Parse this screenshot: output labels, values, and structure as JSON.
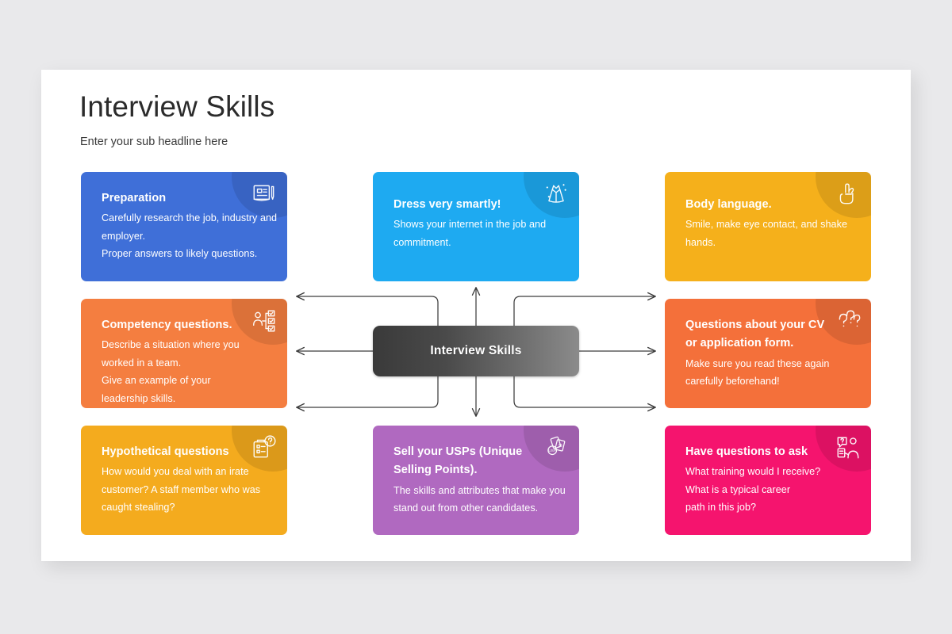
{
  "slide": {
    "title": "Interview Skills",
    "subtitle": "Enter your sub headline here",
    "background_color": "#e9e9eb",
    "surface_color": "#ffffff"
  },
  "center_node": {
    "label": "Interview Skills",
    "gradient_from": "#3a3a3a",
    "gradient_to": "#8b8b8b"
  },
  "cards": {
    "preparation": {
      "title": "Preparation",
      "lines": [
        "Carefully research the job, industry and",
        "employer.",
        "Proper answers to likely questions."
      ],
      "color": "#3f6fd8",
      "icon": "blueprint-icon"
    },
    "competency": {
      "title": "Competency questions.",
      "lines": [
        "Describe a situation where you",
        "worked in a team.",
        "Give an example of your",
        "leadership skills."
      ],
      "color": "#f47e40",
      "icon": "person-checklist-icon"
    },
    "hypothetical": {
      "title": "Hypothetical questions",
      "lines": [
        "How would you deal with an irate",
        "customer? A staff member who was",
        "caught stealing?"
      ],
      "color": "#f4ab1e",
      "icon": "clipboard-question-icon"
    },
    "dress": {
      "title": "Dress very smartly!",
      "lines": [
        "Shows your internet in the job and",
        "commitment."
      ],
      "color": "#1eaaf1",
      "icon": "dress-icon"
    },
    "usp": {
      "title_lines": [
        "Sell your USPs (Unique",
        "Selling Points)."
      ],
      "lines": [
        "The skills and attributes that make you",
        "stand out from other candidates."
      ],
      "color": "#b069c0",
      "icon": "usp-fan-icon"
    },
    "body_language": {
      "title": "Body language.",
      "lines": [
        "Smile, make eye contact, and shake",
        "hands."
      ],
      "color": "#f5b01b",
      "icon": "crossed-fingers-icon"
    },
    "cv_questions": {
      "title_lines": [
        "Questions about your CV",
        "or application form."
      ],
      "lines": [
        "Make sure you read these again",
        "carefully beforehand!"
      ],
      "color": "#f4703a",
      "icon": "question-marks-icon"
    },
    "have_questions": {
      "title": "Have questions to ask",
      "lines": [
        "What training would I receive?",
        "What is a typical career",
        "path in this job?"
      ],
      "color": "#f5146e",
      "icon": "person-question-chat-icon"
    }
  },
  "connectors": {
    "stroke_color": "#3c3c3c",
    "count": 8
  }
}
